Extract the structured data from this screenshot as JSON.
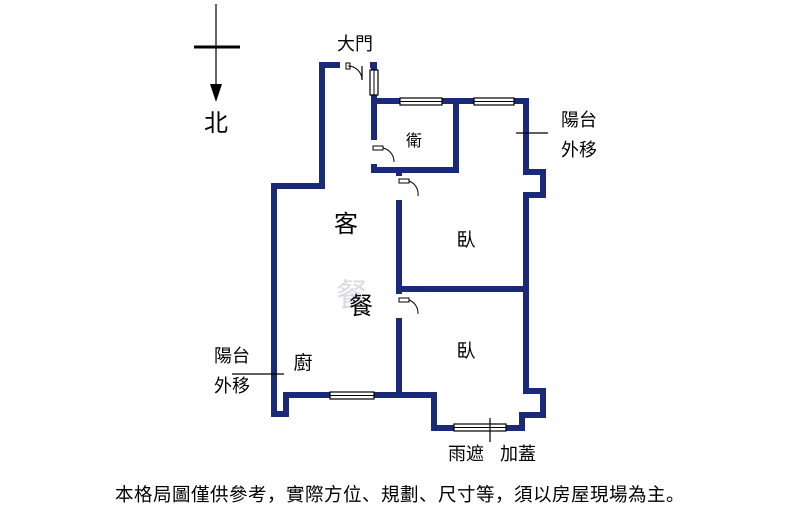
{
  "compass": {
    "north_label": "北"
  },
  "labels": {
    "main_door": "大門",
    "bathroom": "衛",
    "living": "客",
    "dining": "餐",
    "bedroom_north": "臥",
    "bedroom_south": "臥",
    "kitchen": "廚",
    "balcony_east_line1": "陽台",
    "balcony_east_line2": "外移",
    "balcony_west_line1": "陽台",
    "balcony_west_line2": "外移",
    "rain_cover_a": "雨遮",
    "rain_cover_b": "加蓋"
  },
  "watermark": "餐",
  "disclaimer": "本格局圖僅供參考，實際方位、規劃、尺寸等，須以房屋現場為主。",
  "colors": {
    "wall": "#1b2a78",
    "text": "#000000",
    "background": "#ffffff"
  }
}
